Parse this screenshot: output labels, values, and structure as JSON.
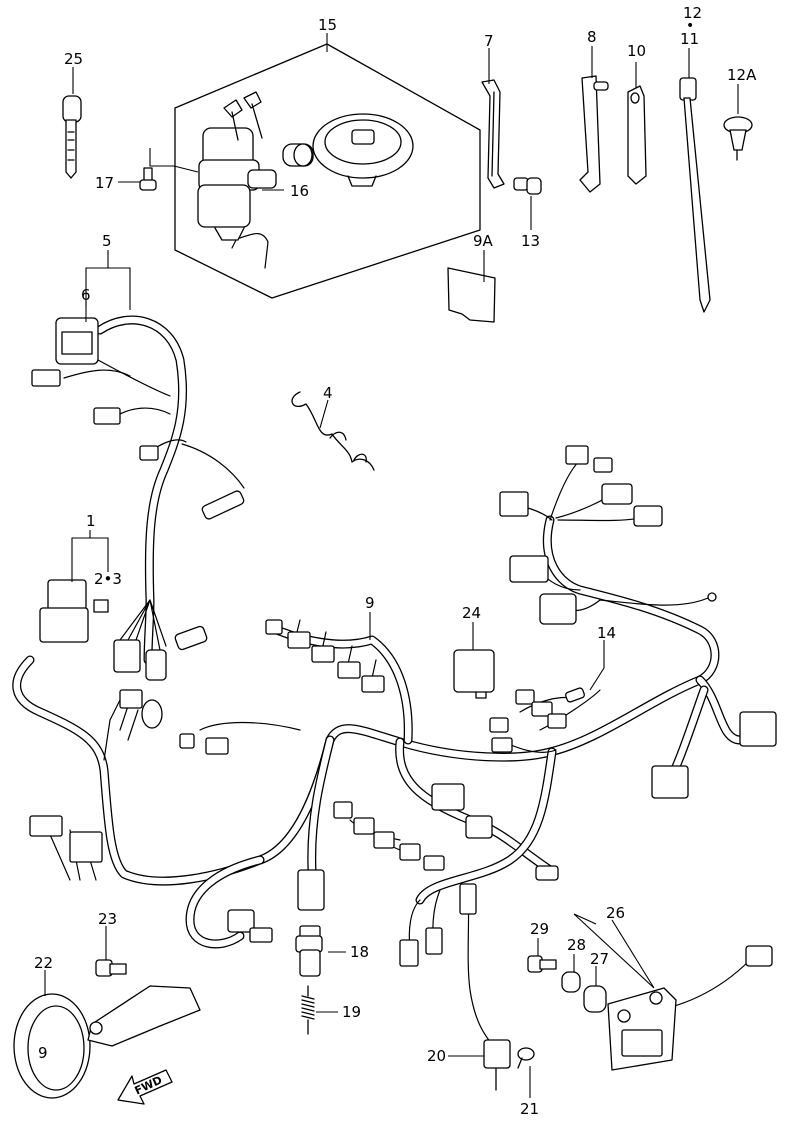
{
  "callouts": {
    "c1": "1",
    "c2_3": "2•3",
    "c4": "4",
    "c5": "5",
    "c6": "6",
    "c7": "7",
    "c8": "8",
    "c9": "9",
    "c9a": "9A",
    "c10": "10",
    "c11": "11",
    "c12": "12",
    "c12a": "12A",
    "c13": "13",
    "c14": "14",
    "c15": "15",
    "c16": "16",
    "c17": "17",
    "c18": "18",
    "c19": "19",
    "c20": "20",
    "c21": "21",
    "c22": "22",
    "c23": "23",
    "c24": "24",
    "c25": "25",
    "c26": "26",
    "c27": "27",
    "c28": "28",
    "c29": "29",
    "c11_12_dot": "•"
  },
  "horn_mark": "9",
  "fwd_label": "FWD"
}
